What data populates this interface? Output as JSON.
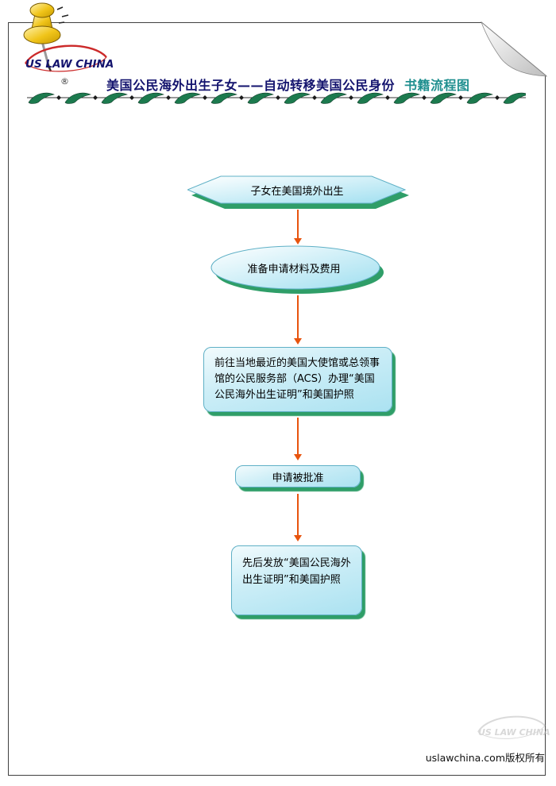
{
  "header": {
    "logo_text": "US LAW CHINA",
    "logo_reg": "®",
    "title_main": "美国公民海外出生子女——自动转移美国公民身份",
    "title_suffix": "书籍流程图"
  },
  "flowchart": {
    "steps": [
      {
        "id": "start",
        "shape": "hexagon",
        "text": "子女在美国境外出生"
      },
      {
        "id": "prepare",
        "shape": "ellipse",
        "text": "准备申请材料及费用"
      },
      {
        "id": "apply",
        "shape": "rounded-rectangle",
        "text": "前往当地最近的美国大使馆或总领事馆的公民服务部（ACS）办理“美国公民海外出生证明”和美国护照"
      },
      {
        "id": "approved",
        "shape": "rounded-rectangle",
        "text": "申请被批准"
      },
      {
        "id": "issue",
        "shape": "rounded-rectangle",
        "text": "先后发放“美国公民海外出生证明”和美国护照"
      }
    ]
  },
  "footer": {
    "watermark_logo_text": "US LAW CHINA",
    "copyright": "uslawchina.com版权所有"
  },
  "colors": {
    "title_main": "#14146e",
    "title_suffix": "#1f8f8f",
    "node_fill": "#bfe9f4",
    "node_border": "#5fb0c6",
    "node_shadow": "#2f9e68",
    "arrow": "#e8540e",
    "divider_green": "#1c7a4e",
    "pushpin_gold": "#e6b800"
  }
}
